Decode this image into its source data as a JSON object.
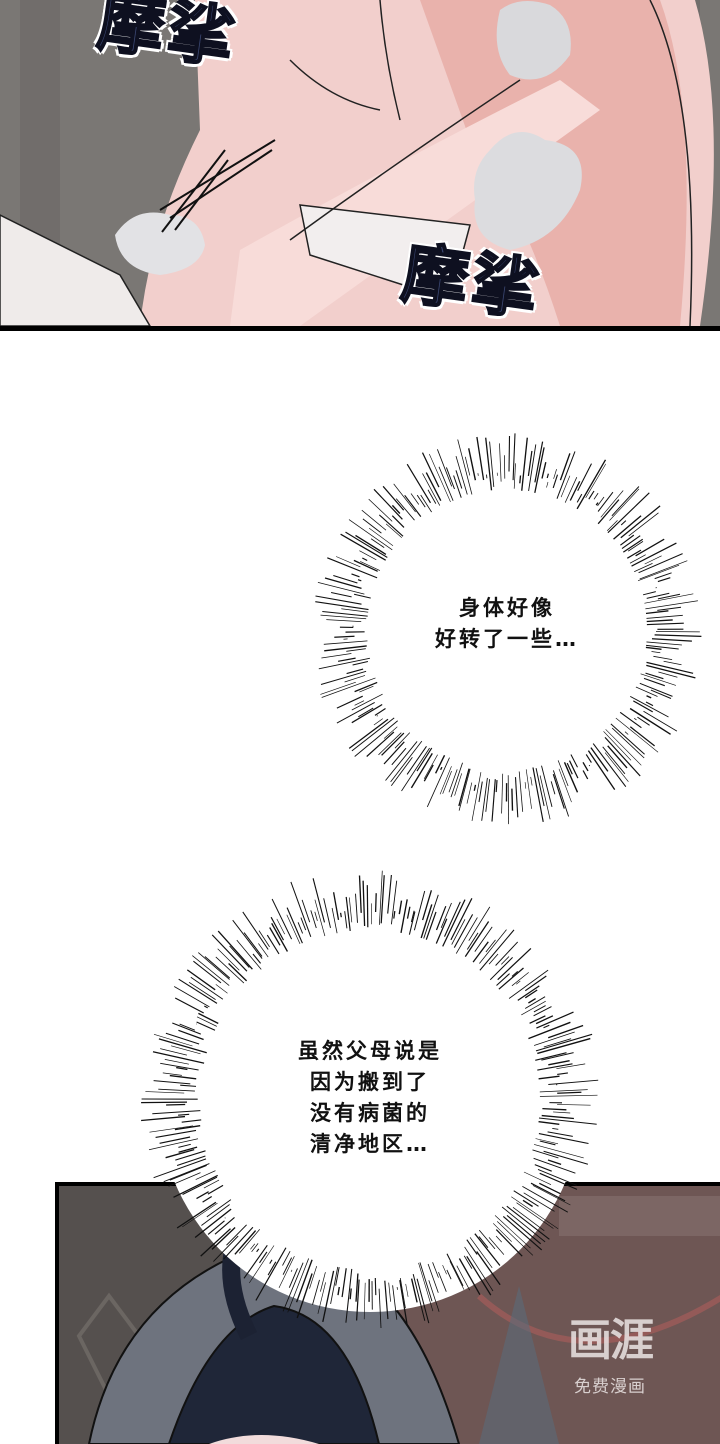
{
  "comic": {
    "panels": [
      {
        "id": "panel-1",
        "description": "Close-up of bare shoulders being scrubbed with soap foam",
        "sound_effects": [
          "摩挲",
          "摩挲"
        ]
      },
      {
        "id": "panel-2",
        "description": "Dark-haired character top of head in a red-curtained bedroom"
      }
    ],
    "bubbles": [
      {
        "id": "bubble-1",
        "lines": [
          "身体好像",
          "好转了一些…"
        ]
      },
      {
        "id": "bubble-2",
        "lines": [
          "虽然父母说是",
          "因为搬到了",
          "没有病菌的",
          "清净地区…"
        ]
      }
    ],
    "watermark": {
      "logo": "画涯",
      "tagline": "免费漫画"
    }
  },
  "colors": {
    "sfx_fill": "#3a4670",
    "panel_border": "#000000",
    "background": "#ffffff"
  }
}
